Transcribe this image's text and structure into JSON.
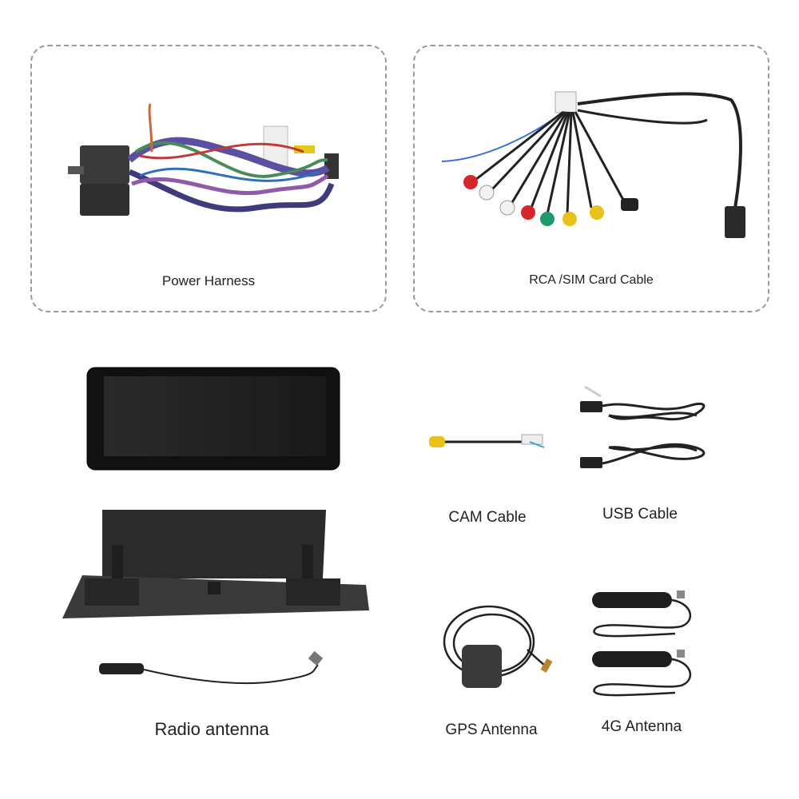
{
  "accessories": {
    "power_harness": "Power Harness",
    "rca_sim_cable": "RCA /SIM Card Cable",
    "cam_cable": "CAM Cable",
    "usb_cable": "USB Cable",
    "radio_antenna": "Radio antenna",
    "gps_antenna": "GPS Antenna",
    "antenna_4g": "4G Antenna"
  },
  "icons": {
    "harness": "wire-harness-icon",
    "rca": "rca-cable-icon",
    "screen": "display-screen-icon",
    "bracket": "mounting-bracket-icon",
    "cam": "cam-cable-icon",
    "usb": "usb-cable-icon",
    "radio": "radio-antenna-icon",
    "gps": "gps-antenna-icon",
    "lte": "4g-antenna-icon"
  },
  "colors": {
    "dashed_border": "#9a9a9a",
    "rca_red": "#d4262b",
    "rca_white": "#f2f2f2",
    "rca_yellow": "#e8c21a",
    "rca_green": "#1f9a6a"
  }
}
